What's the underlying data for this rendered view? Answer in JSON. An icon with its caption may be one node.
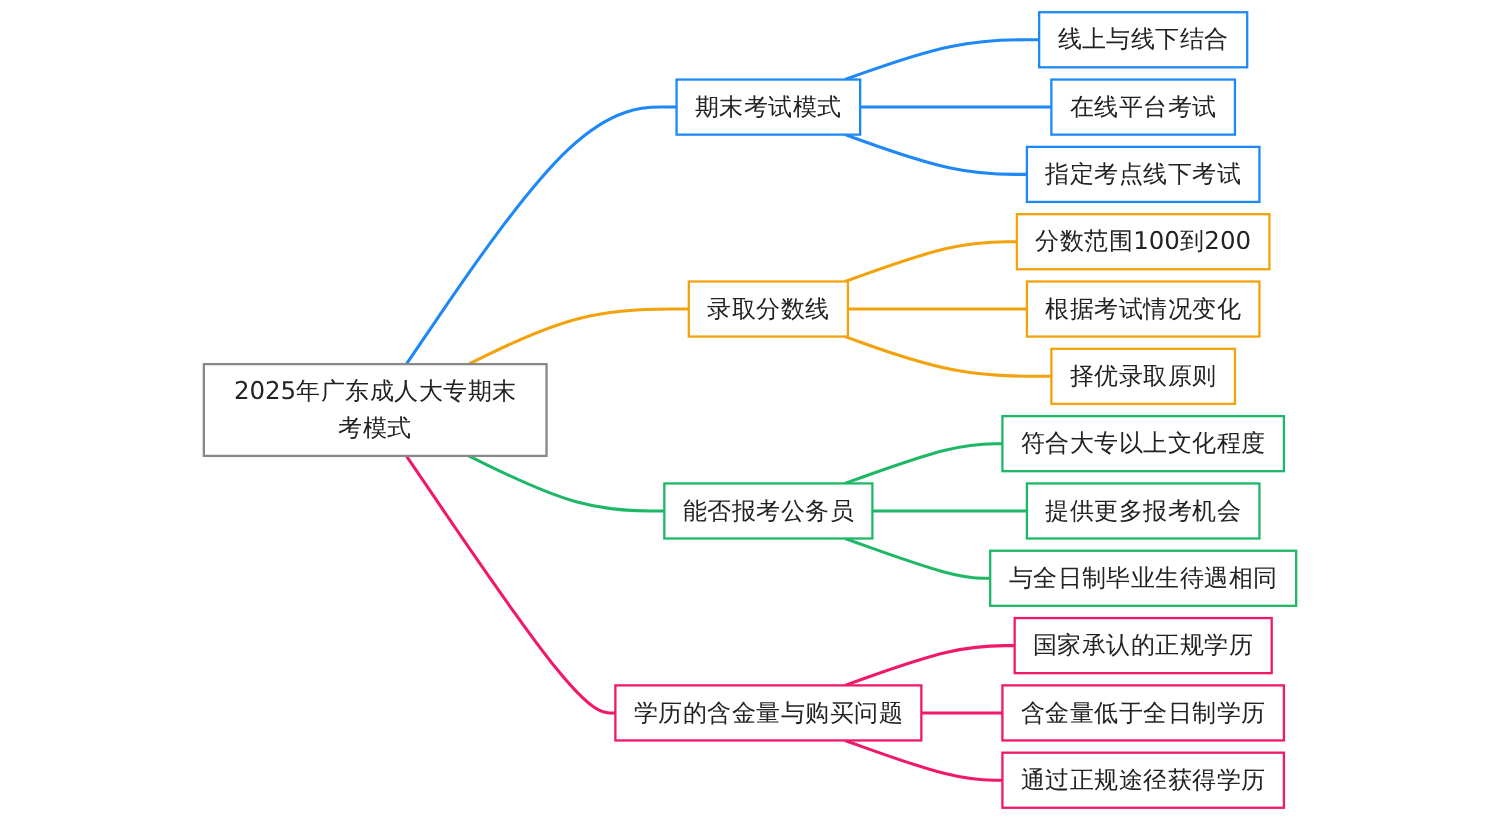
{
  "diagram": {
    "nodes": [
      {
        "text": [
          "2025年广东成人大专期末考模式"
        ]
      },
      {
        "text": [
          "期末考试模式"
        ]
      },
      {
        "text": [
          "线上与线下结合"
        ]
      },
      {
        "text": [
          "在线平台考试"
        ]
      },
      {
        "text": [
          "指定考点线下考试"
        ]
      },
      {
        "text": [
          "录取分数线"
        ]
      },
      {
        "text": [
          "分数范围100到200"
        ]
      },
      {
        "text": [
          "根据考试情况变化"
        ]
      },
      {
        "text": [
          "择优录取原则"
        ]
      },
      {
        "text": [
          "能否报考公务员"
        ]
      },
      {
        "text": [
          "符合大专以上文化程度"
        ]
      },
      {
        "text": [
          "提供更多报考机会"
        ]
      },
      {
        "text": [
          "与全日制毕业生待遇相同"
        ]
      },
      {
        "text": [
          "学历的含金量与购买问题"
        ]
      },
      {
        "text": [
          "国家承认的正规学历"
        ]
      },
      {
        "text": [
          "含金量低于全日制学历"
        ]
      },
      {
        "text": [
          "通过正规途径获得学历"
        ]
      }
    ],
    "edges": [
      {
        "from": 0,
        "to": 1,
        "arrow": "none",
        "color": "#1e88f5"
      },
      {
        "from": 1,
        "to": 2,
        "arrow": "none",
        "color": "#1e88f5"
      },
      {
        "from": 1,
        "to": 3,
        "arrow": "none",
        "color": "#1e88f5"
      },
      {
        "from": 1,
        "to": 4,
        "arrow": "none",
        "color": "#1e88f5"
      },
      {
        "from": 0,
        "to": 5,
        "arrow": "none",
        "color": "#f2a20c"
      },
      {
        "from": 5,
        "to": 6,
        "arrow": "none",
        "color": "#f2a20c"
      },
      {
        "from": 5,
        "to": 7,
        "arrow": "none",
        "color": "#f2a20c"
      },
      {
        "from": 5,
        "to": 8,
        "arrow": "none",
        "color": "#f2a20c"
      },
      {
        "from": 0,
        "to": 9,
        "arrow": "none",
        "color": "#1db866"
      },
      {
        "from": 9,
        "to": 10,
        "arrow": "none",
        "color": "#1db866"
      },
      {
        "from": 9,
        "to": 11,
        "arrow": "none",
        "color": "#1db866"
      },
      {
        "from": 9,
        "to": 12,
        "arrow": "none",
        "color": "#1db866"
      },
      {
        "from": 0,
        "to": 13,
        "arrow": "none",
        "color": "#f0186a"
      },
      {
        "from": 13,
        "to": 14,
        "arrow": "none",
        "color": "#f0186a"
      },
      {
        "from": 13,
        "to": 15,
        "arrow": "none",
        "color": "#f0186a"
      },
      {
        "from": 13,
        "to": 16,
        "arrow": "none",
        "color": "#f0186a"
      }
    ]
  }
}
